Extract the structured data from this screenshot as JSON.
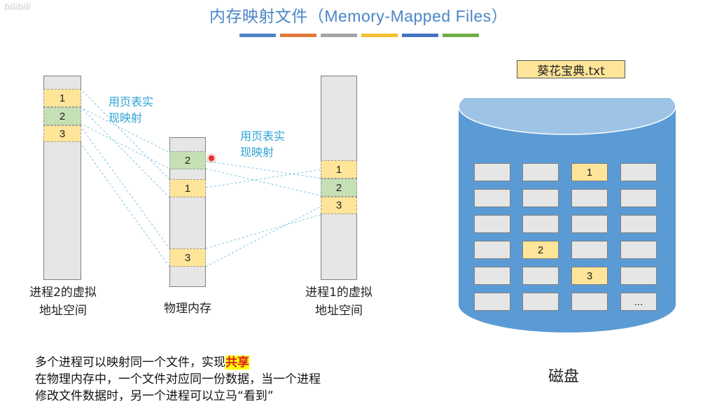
{
  "title_zh": "内存映射文件（",
  "title_en": "Memory-Mapped Files",
  "title_close": "）",
  "watermark": "bilibili",
  "color_bar": [
    "#4a86c6",
    "#e07b39",
    "#a5a5a5",
    "#f2c12e",
    "#4472c4",
    "#70ad47"
  ],
  "process2": {
    "cells": [
      "1",
      "2",
      "3"
    ],
    "caption_line1": "进程2的虚拟",
    "caption_line2": "地址空间"
  },
  "physical": {
    "cells": [
      "2",
      "1",
      "3"
    ],
    "caption": "物理内存"
  },
  "process1": {
    "cells": [
      "1",
      "2",
      "3"
    ],
    "caption_line1": "进程1的虚拟",
    "caption_line2": "地址空间"
  },
  "annotation_left": {
    "line1": "用页表实",
    "line2": "现映射"
  },
  "annotation_right": {
    "line1": "用页表实",
    "line2": "现映射"
  },
  "file_name": "葵花宝典.txt",
  "disk": {
    "rows": [
      [
        "",
        "",
        "1",
        ""
      ],
      [
        "",
        "",
        "",
        ""
      ],
      [
        "",
        "",
        "",
        ""
      ],
      [
        "",
        "2",
        "",
        ""
      ],
      [
        "",
        "",
        "3",
        ""
      ],
      [
        "",
        "",
        "",
        "..."
      ]
    ],
    "caption": "磁盘",
    "body_color": "#5b9bd5",
    "top_color": "#9dc3e6"
  },
  "summary": {
    "line1_prefix": "多个进程可以映射同一个文件，实现",
    "line1_highlight": "共享",
    "line2": "在物理内存中，一个文件对应同一份数据，当一个进程",
    "line3": "修改文件数据时，另一个进程可以立马“看到”"
  }
}
